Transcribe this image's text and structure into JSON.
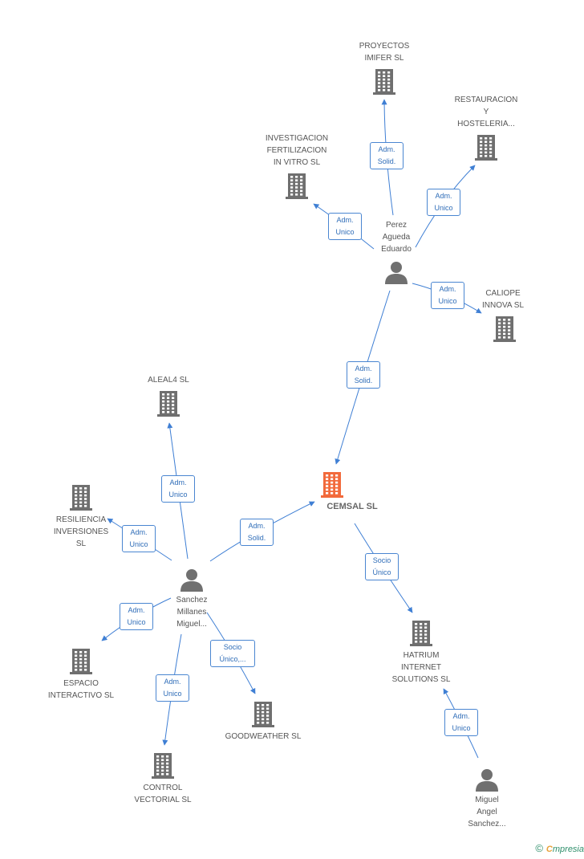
{
  "colors": {
    "edge": "#3f7fd4",
    "building": "#6f6f6f",
    "building_main": "#f26a3c",
    "person": "#707070"
  },
  "nodes": [
    {
      "id": "cemsal",
      "type": "company-main",
      "label": "CEMSAL SL"
    },
    {
      "id": "perez",
      "type": "person",
      "label": "Perez\nAgueda\nEduardo"
    },
    {
      "id": "proyectos",
      "type": "company",
      "label": "PROYECTOS\nIMIFER SL"
    },
    {
      "id": "restauracion",
      "type": "company",
      "label": "RESTAURACION\nY\nHOSTELERIA..."
    },
    {
      "id": "investigacion",
      "type": "company",
      "label": "INVESTIGACION\nFERTILIZACION\nIN VITRO SL"
    },
    {
      "id": "caliope",
      "type": "company",
      "label": "CALIOPE\nINNOVA SL"
    },
    {
      "id": "aleal4",
      "type": "company",
      "label": "ALEAL4 SL"
    },
    {
      "id": "resiliencia",
      "type": "company",
      "label": "RESILIENCIA\nINVERSIONES\nSL"
    },
    {
      "id": "sanchez",
      "type": "person",
      "label": "Sanchez\nMillanes\nMiguel..."
    },
    {
      "id": "espacio",
      "type": "company",
      "label": "ESPACIO\nINTERACTIVO SL"
    },
    {
      "id": "control",
      "type": "company",
      "label": "CONTROL\nVECTORIAL  SL"
    },
    {
      "id": "goodweather",
      "type": "company",
      "label": "GOODWEATHER SL"
    },
    {
      "id": "hatrium",
      "type": "company",
      "label": "HATRIUM\nINTERNET\nSOLUTIONS  SL"
    },
    {
      "id": "miguel",
      "type": "person",
      "label": "Miguel\nAngel\nSanchez..."
    }
  ],
  "edges": [
    {
      "from": "perez",
      "to": "proyectos",
      "label": "Adm.\nSolid."
    },
    {
      "from": "perez",
      "to": "restauracion",
      "label": "Adm.\nUnico"
    },
    {
      "from": "perez",
      "to": "investigacion",
      "label": "Adm.\nUnico"
    },
    {
      "from": "perez",
      "to": "caliope",
      "label": "Adm.\nUnico"
    },
    {
      "from": "perez",
      "to": "cemsal",
      "label": "Adm.\nSolid."
    },
    {
      "from": "sanchez",
      "to": "aleal4",
      "label": "Adm.\nUnico"
    },
    {
      "from": "sanchez",
      "to": "resiliencia",
      "label": "Adm.\nUnico"
    },
    {
      "from": "sanchez",
      "to": "cemsal",
      "label": "Adm.\nSolid."
    },
    {
      "from": "sanchez",
      "to": "espacio",
      "label": "Adm.\nUnico"
    },
    {
      "from": "sanchez",
      "to": "control",
      "label": "Adm.\nUnico"
    },
    {
      "from": "sanchez",
      "to": "goodweather",
      "label": "Socio\nÚnico,..."
    },
    {
      "from": "cemsal",
      "to": "hatrium",
      "label": "Socio\nÚnico"
    },
    {
      "from": "miguel",
      "to": "hatrium",
      "label": "Adm.\nUnico"
    }
  ],
  "footer": {
    "copyright": "©",
    "brand_first": "C",
    "brand_rest": "mpresia"
  }
}
